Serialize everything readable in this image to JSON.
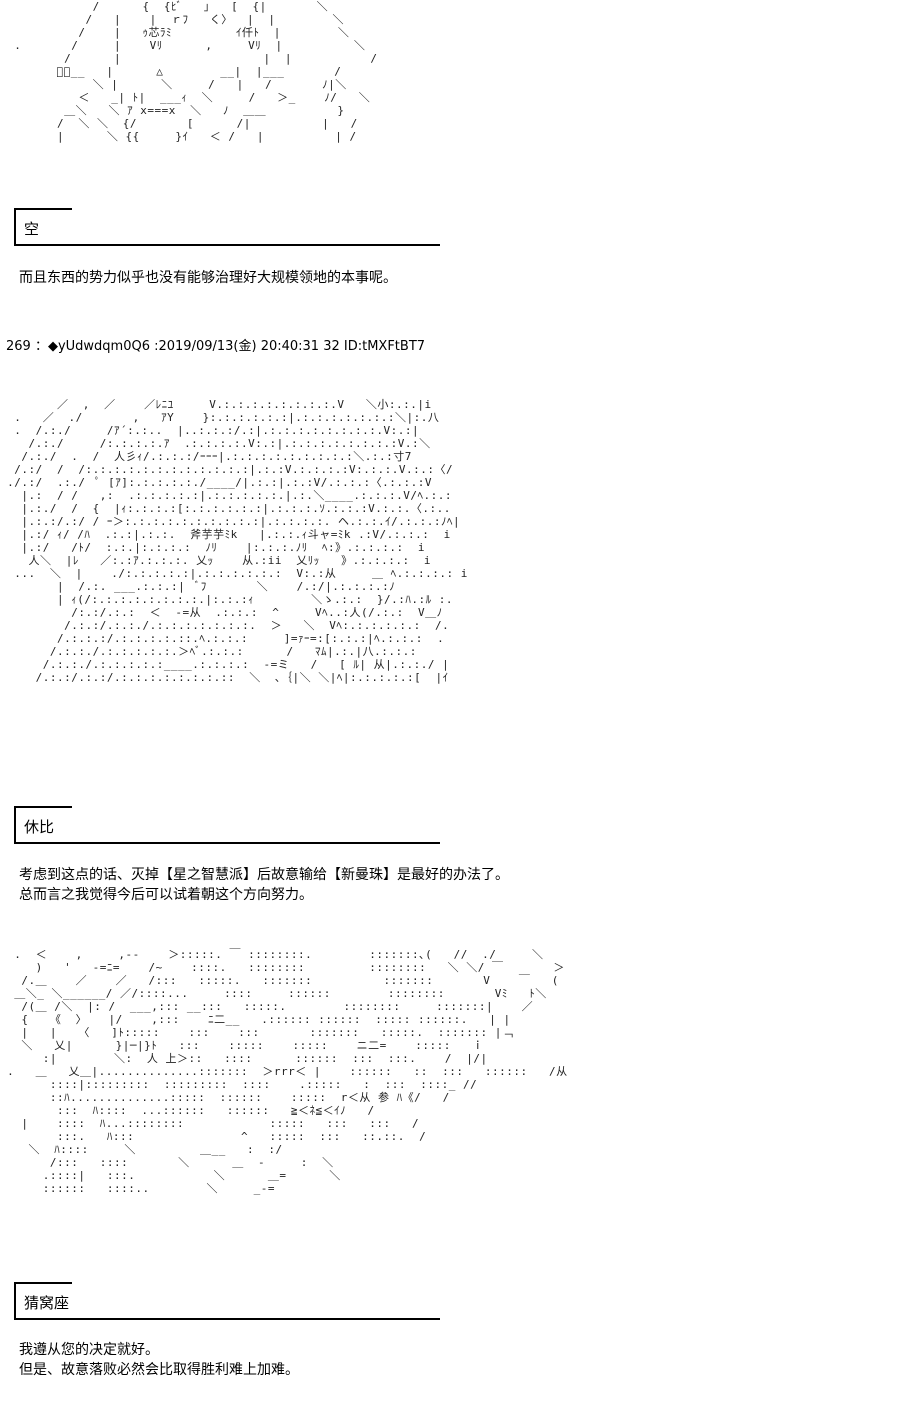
{
  "art_blocks": [
    {
      "id": "top",
      "lines": [
        "             /      {  {ﾋﾞ   ｣   [  {|       ＼        ",
        "            /   |    |  ｒﾌ   く〉  |  |        ＼     ",
        "           /    |   ｩ芯ﾗﾐ         ｲ仟ﾄ  |        ＼  ",
        "  .       /     |    Vﾘ      ,     Vﾘ  |          ＼ ",
        "         /      |                    |  |           /",
        "        ﾞ＼__   |      △        __|  |___       /   ",
        "             ＼ |      ＼     /   |   /       ﾉ|＼  ",
        "           ＜   _| ﾄ|  ___ｨ  ＼     /   ＞_    ﾉ/   ＼",
        "         ＿＼   ＼ ｱ x===x  ＼   ﾉ  ＿＿          }  ",
        "        /  ＼ ＼  {/       [      /|          |   / ",
        "        |      ＼ {{     }ｲ   ＜ /   |          | /  "
      ]
    },
    {
      "id": "middle",
      "lines": [
        "        ／  ,  ／    ／ﾚﾆﾕ     V.:.:.:.:.:.:.:.:.V   ＼小:.:.|i  ",
        "  .   ／  ./       ,   ｱY    }:.:.:.:.:.:|.:.:.:.:.:.:.:＼|:.八  ",
        "  .  /.:./     /ｱ´:.:..  |..:.:.:/.:|.:.:.:.:.:.:.:.:.V:.:|   ",
        "    /.:./     /:.:.:.:.ｱ  .:.:.:.:.V:.:|.:.:.:.:.:.:.:.:V.:＼  ",
        "   /.:./  .  /  人彡ｨ/.:.:.:/ｰｰｰ|.:.:.:.:.:.:.:.:.:＼.:.:寸7",
        "  /.:/  /  /:.:.:.:.:.:.:.:.:.:.:.:|.:.:V.:.:.:.:V:.:.:.V.:.:〈/",
        " ./.:/  .:./  ﾟ [ｱ]:.:.:.:.:./____/|.:.:|.:.:V/.:.:.:〈.:.:.:V  ",
        "   |.:  / /   ,:  .:.:.:.:.:|.:.:.:.:.:.|.:.＼____.:.:.:.V/ﾍ.:.: ",
        "   |.:./  /  {  |ｨ:.:.:.:[:.:.:.:.:.:|.:.:.:.ｿ.:.:.:V.:.:.〈.:..",
        "   |.:.:/.:/ / ｰ＞:.:.:.:.:.:.:.:.:.:|.:.:.:.:. ヘ.:.:.ｲ/.:.:.:ﾉﾍ|",
        "   |.:/ ｨ/ /ﾊ  .:.:|.:.:.  斧芋芋ﾐk   |.:.:.ｨ斗ャ=ﾐk .:V/.:.:.:  i",
        "   |.:/   /ﾄ/  :.:.|:.:.:.:  ﾉﾘ    |:.:.:.ﾉﾘ  ﾍ:》.:.:.:.:  i",
        "    人＼  |ﾚ   ／:.:ｱ.:.:.:. 乂ｯ    从.:ii  乂ﾘｯ   》.:.:.:.:  i",
        "  ...  ＼  |    ./:.:.:.:.:|.:.:.:.:.:.:  V:.:从     ＿ ﾍ.:.:.:.: i",
        "        |  /.:. ___.:.:.:|  ﾞﾌ       ＼    /.:/|.:.:.:.:ﾉ  ",
        "        | ｨ(/:.:.:.:.:.:.:.:.|:.:.:ｨ        ＼ゝ.:.:  }/.:ﾊ.:ﾙ :. ",
        "          /:.:/.:.:  ＜  ‐=从  .:.:.:  ^     Vﾍ..:人(/.:.:  V＿ﾉ",
        "         /.:.:/.:.:./.:.:.:.:.:.:.:.  ＞   ＼  Vﾍ:.:.:.:.:.:  /. ",
        "        /.:.:.:/.:.:.:.:.::.ﾍ.:.:.:     ]=ｧｰ=:[:.:.:|ﾍ.:.:.:  .",
        "       /.:.:./.:.:.:.:.:.＞ﾍﾞ.:.:.:      /   ﾏﾑ|.:.|八.:.:.:  ",
        "      /.:.:./.:.:.:.:.:____.:.:.:.:  -=ミ   /   [ ﾙ| 从|.:.:./ |",
        "     /.:.:/.:.:/.:.:.:.:.:.:.:.::  ＼  ､｛|＼ ＼|ﾍ|:.:.:.:.:[  |ｲ"
      ]
    },
    {
      "id": "bottom",
      "lines": [
        "  .  ＜    ,     ,--    ＞:::::. ￣ ::::::::.        :::::::､(   //  ./     ＼",
        "     )   '   -=ﾆ=    /~    ::::.   ::::::::         ::::::::   ＼ ＼/ ￣       ＞",
        "   /.＿    ／    ／   /:::   :::::.   :::::::          :::::::       V    ￣   (",
        "  ＿＼_ ＼______/ ／/::::...     ::::     ::::::        ::::::::       Vﾐ   ﾄ＼",
        "   /(＿ /＼  |: /  ___,::: __:::   :::::.        ::::::::     :::::::|    ／ ",
        "   {   《  〉   |/    ,:::    ﾆ二__   .:::::: ::::::  ::::: ::::::.   | |",
        "   |   |   〈   ]ﾄ:::::    :::    :::       :::::::   :::::.  ::::::: |﹁",
        "   ＼   乂|      }|─|}ﾄ   :::    :::::    :::::    ニ二=    :::::   ｉ",
        "      :|        ＼:  人 上＞::   ::::      ::::::  :::  :::.    /  |/|",
        " .   ＿   乂＿|..............:::::::  ＞rrr＜ |    ::::::   ::  :::   ::::::   /从 ",
        "       ::::|:::::::::  :::::::::  ::::    .:::::   :  :::  ::::_ //",
        "       ::ﾊ..............:::::  ::::::    :::::  r＜从 参 ﾊ《/   /",
        "        :::  ﾊ::::  ...::::::   ::::::   ≧＜ﾈ≦＜ｲﾉ   /",
        "   |    ::::  ﾊ...::::::::            :::::   :::   :::   /",
        "        :::.   ﾊ:::               ^   :::::  :::   ::.::.  /",
        "    ＼  ﾊ::::     ＼         ＿__   :  :/ ",
        "       /:::   ::::       ＼      ＿  -     :  ＼",
        "      .::::|   :::.           ＼      ＿=      ＼",
        "      ::::::   ::::..        ＼     _-=    "
      ]
    }
  ],
  "scenes": [
    {
      "speaker": "空",
      "lines": [
        "而且东西的势力似乎也没有能够治理好大规模领地的本事呢。"
      ]
    },
    {
      "speaker": "休比",
      "lines": [
        "考虑到这点的话、灭掉【星之智慧派】后故意输给【新曼珠】是最好的办法了。",
        "总而言之我觉得今后可以试着朝这个方向努力。"
      ]
    },
    {
      "speaker": "猜窝座",
      "lines": [
        "我遵从您的决定就好。",
        "但是、故意落败必然会比取得胜利难上加难。"
      ]
    }
  ],
  "post_header": "269 ：◆yUdwdqm0Q6 :2019/09/13(金) 20:40:31 32 ID:tMXFtBT7"
}
